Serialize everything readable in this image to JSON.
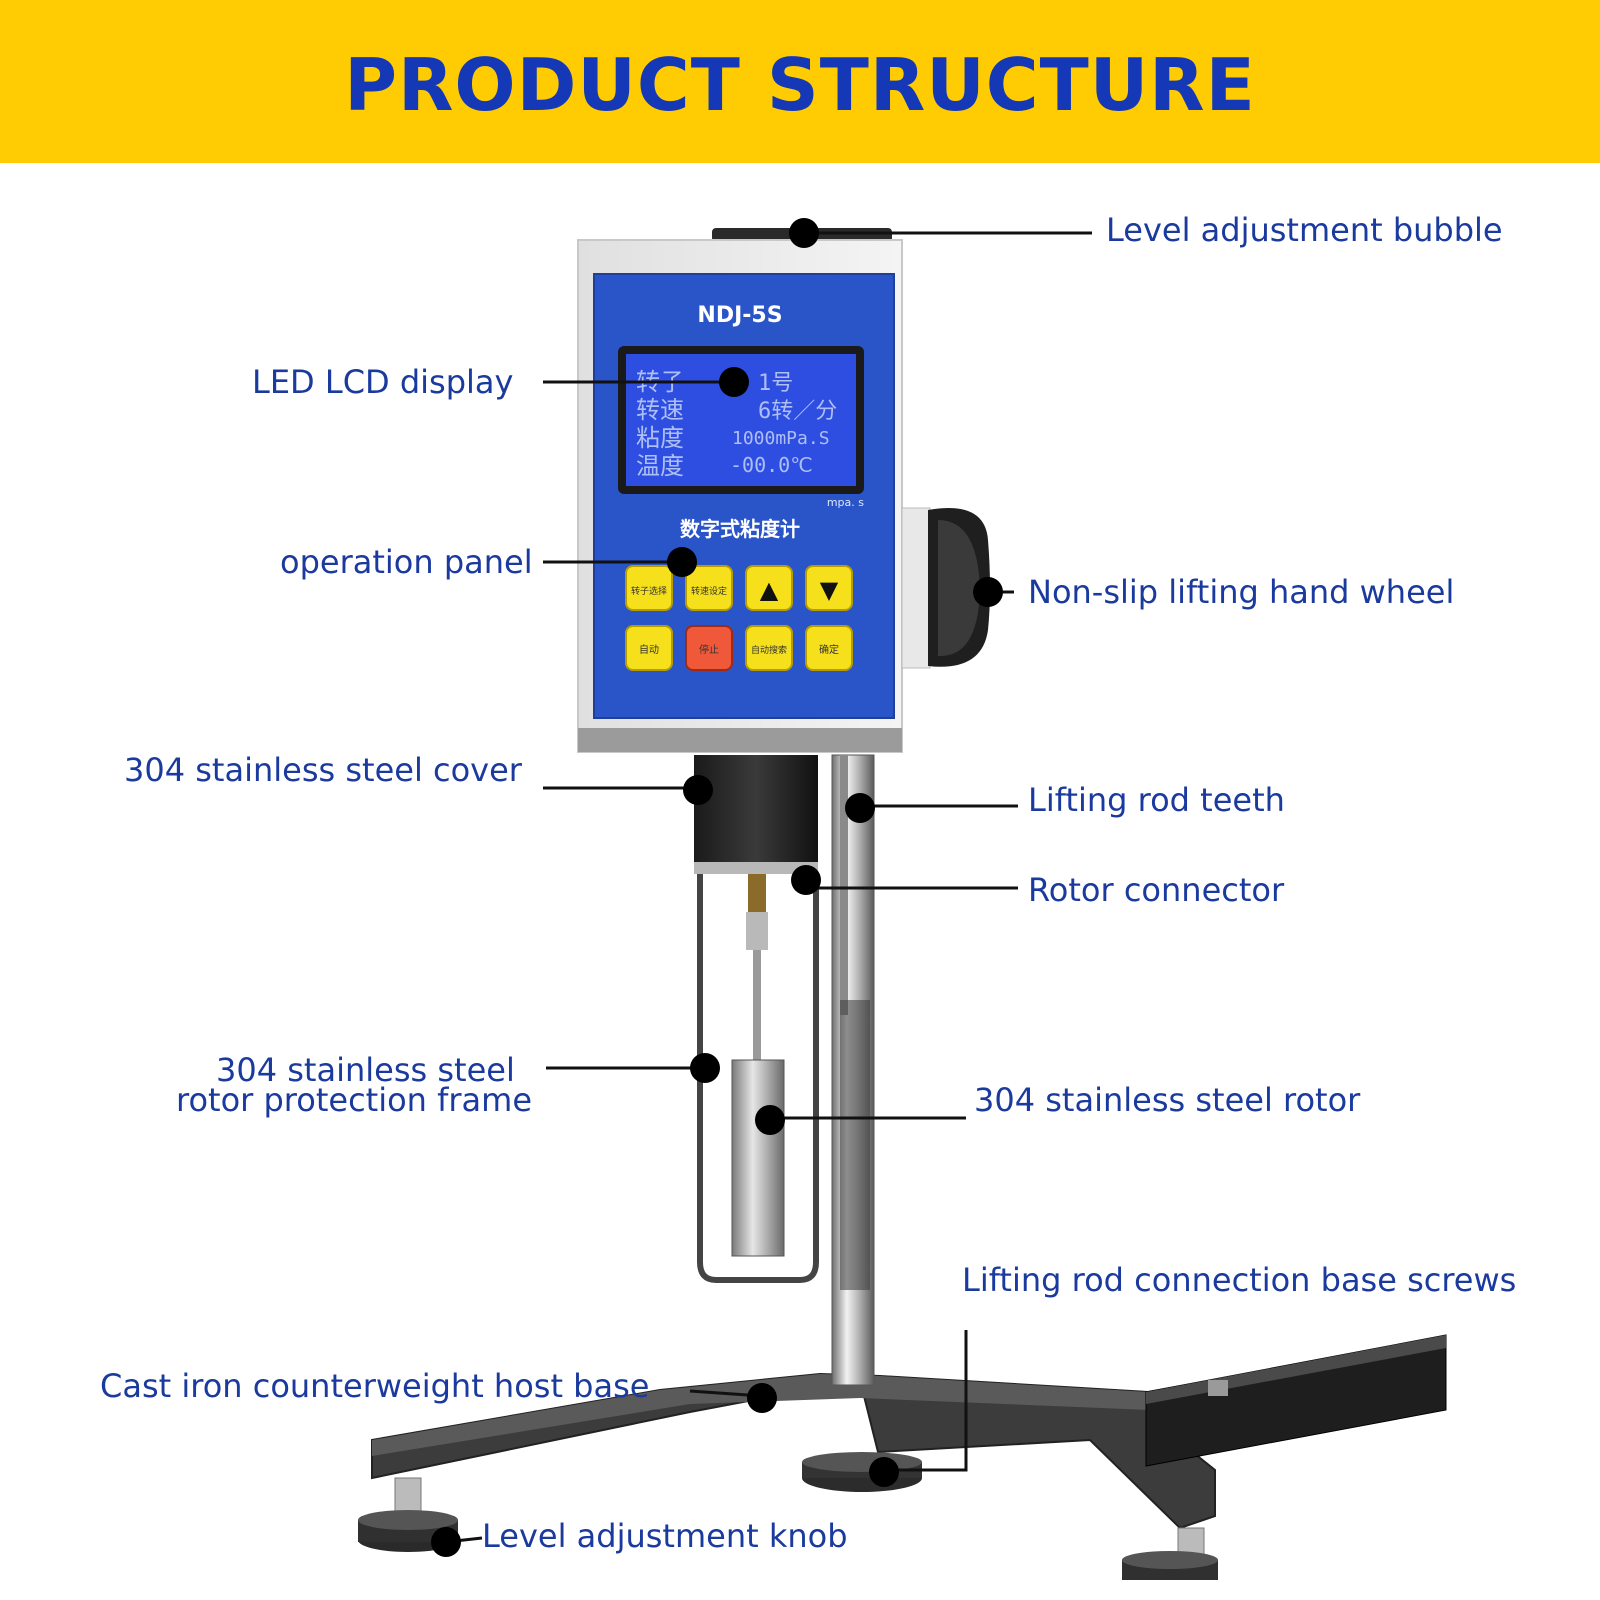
{
  "header": {
    "title": "PRODUCT STRUCTURE"
  },
  "device": {
    "model": "NDJ-5S",
    "unit_mark": "mpa. s",
    "panel_title": "数字式粘度计",
    "lcd": {
      "rows": [
        {
          "label": "转子",
          "value": "1号"
        },
        {
          "label": "转速",
          "value": "6转／分"
        },
        {
          "label": "粘度",
          "value": "1000mPa.S"
        },
        {
          "label": "温度",
          "value": "-00.0℃"
        }
      ]
    },
    "buttons": [
      {
        "label": "转子选择",
        "color": "#f6e01c"
      },
      {
        "label": "转速设定",
        "color": "#f6e01c"
      },
      {
        "label": "▲",
        "color": "#f6e01c"
      },
      {
        "label": "▼",
        "color": "#f6e01c"
      },
      {
        "label": "自动",
        "color": "#f6e01c"
      },
      {
        "label": "停止",
        "color": "#f0583a"
      },
      {
        "label": "自动搜索",
        "color": "#f6e01c"
      },
      {
        "label": "确定",
        "color": "#f6e01c"
      }
    ],
    "panel_color": "#2a55c8",
    "label_color": "#1b3a9e"
  },
  "callouts": {
    "level_bubble": "Level adjustment bubble",
    "lcd_display": "LED LCD display",
    "operation_panel": "operation panel",
    "hand_wheel": "Non-slip lifting hand wheel",
    "steel_cover": "304 stainless steel cover",
    "rod_teeth": "Lifting rod teeth",
    "rotor_connector": "Rotor connector",
    "frame_line1": "304 stainless steel",
    "frame_line2": "rotor protection frame",
    "rotor": "304 stainless steel rotor",
    "base_screws": "Lifting rod connection base screws",
    "host_base": "Cast iron counterweight host base",
    "level_knob": "Level adjustment knob"
  }
}
